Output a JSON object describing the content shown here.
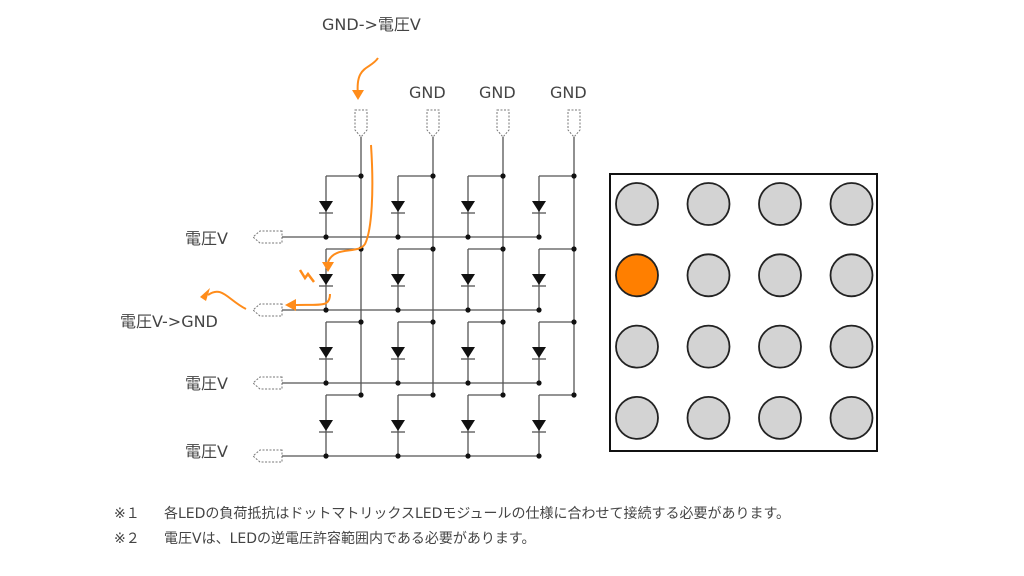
{
  "labels": {
    "top_input": "GND->電圧V",
    "columns": [
      "",
      "GND",
      "GND",
      "GND"
    ],
    "rows": [
      "電圧V",
      "電圧V->GND",
      "電圧V",
      "電圧V"
    ]
  },
  "matrix": {
    "rows": 4,
    "cols": 4,
    "lit": [
      [
        1,
        0
      ]
    ],
    "lit_color": "#ff7f00",
    "off_color": "#d3d3d3"
  },
  "colors": {
    "current_arrow": "#ff8c1a",
    "wire": "#555555"
  },
  "notes": [
    {
      "mark": "※１",
      "text": "各LEDの負荷抵抗はドットマトリックスLEDモジュールの仕様に合わせて接続する必要があります。"
    },
    {
      "mark": "※２",
      "text": "電圧Vは、LEDの逆電圧許容範囲内である必要があります。"
    }
  ]
}
